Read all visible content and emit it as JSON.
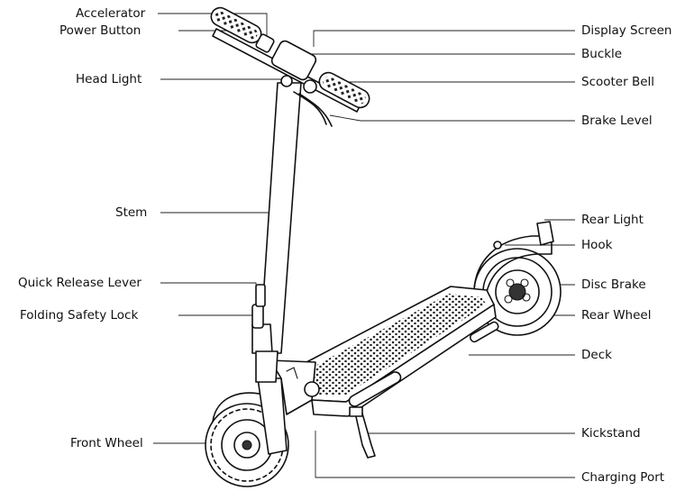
{
  "labels": {
    "accelerator": "Accelerator",
    "power_button": "Power Button",
    "head_light": "Head Light",
    "stem": "Stem",
    "quick_release_lever": "Quick Release Lever",
    "folding_safety_lock": "Folding Safety Lock",
    "front_wheel": "Front Wheel",
    "display_screen": "Display Screen",
    "buckle": "Buckle",
    "scooter_bell": "Scooter Bell",
    "brake_level": "Brake Level",
    "rear_light": "Rear Light",
    "hook": "Hook",
    "disc_brake": "Disc Brake",
    "rear_wheel": "Rear Wheel",
    "deck": "Deck",
    "kickstand": "Kickstand",
    "charging_port": "Charging Port"
  },
  "colors": {
    "ink": "#111111",
    "background": "#ffffff"
  }
}
